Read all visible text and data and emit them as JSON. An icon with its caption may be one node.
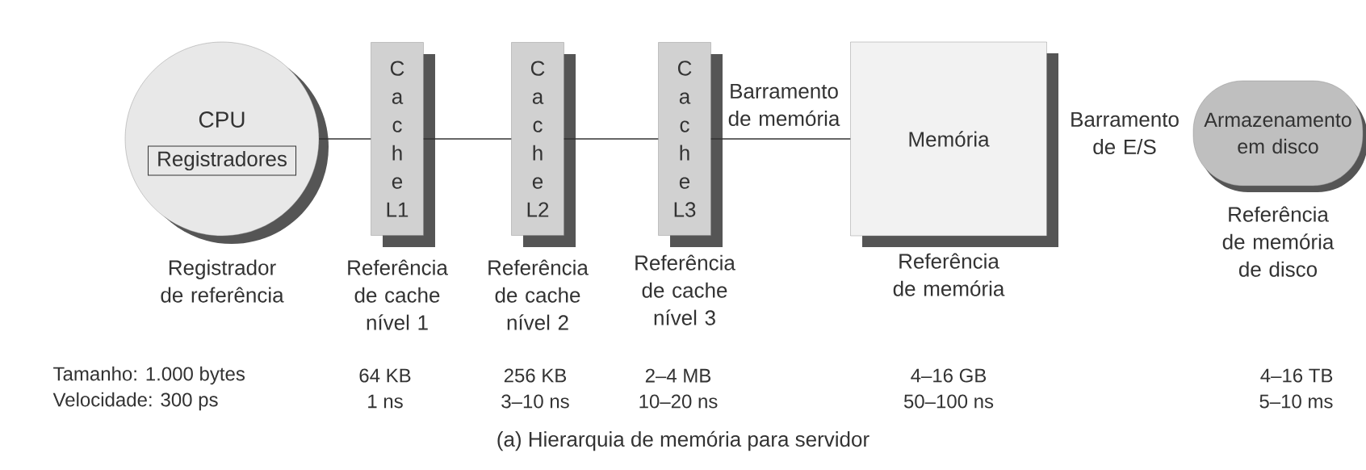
{
  "diagram": {
    "caption": "(a) Hierarquia de memória para servidor",
    "nodes": [
      {
        "text": [
          "CPU"
        ],
        "beside": [
          "Registrador de referência"
        ]
      },
      {
        "text": [
          "Registradores"
        ],
        "in": 0
      },
      {
        "text": [
          "Cache",
          "L1"
        ],
        "beside": [
          "Referência de cache nível 1"
        ]
      },
      {
        "text": [
          "Cache",
          "L2"
        ],
        "beside": [
          "Referência de cache nível 2"
        ]
      },
      {
        "text": [
          "Cache",
          "L3"
        ],
        "beside": [
          "Referência de cache nível 3"
        ]
      },
      {
        "text": [
          "Memória"
        ],
        "beside": [
          "Referência de memória"
        ]
      },
      {
        "text": [
          "Armazenamento em disco"
        ],
        "beside": [
          "Referência de memória de disco"
        ]
      }
    ],
    "edges": [
      {
        "from": 0,
        "to": 2,
        "arrow": "none"
      },
      {
        "from": 2,
        "to": 3,
        "arrow": "none"
      },
      {
        "from": 3,
        "to": 4,
        "arrow": "none"
      },
      {
        "from": 4,
        "to": 5,
        "arrow": "none",
        "label": "Barramento de memória"
      }
    ],
    "labels": [
      "Barramento de E/S",
      "Tamanho: 1.000 bytes",
      "64 KB",
      "256 KB",
      "2–4 MB",
      "4–16 GB",
      "4–16 TB",
      "Velocidade: 300 ps",
      "1 ns",
      "3–10 ns",
      "10–20 ns",
      "50–100 ns",
      "5–10 ms"
    ]
  }
}
